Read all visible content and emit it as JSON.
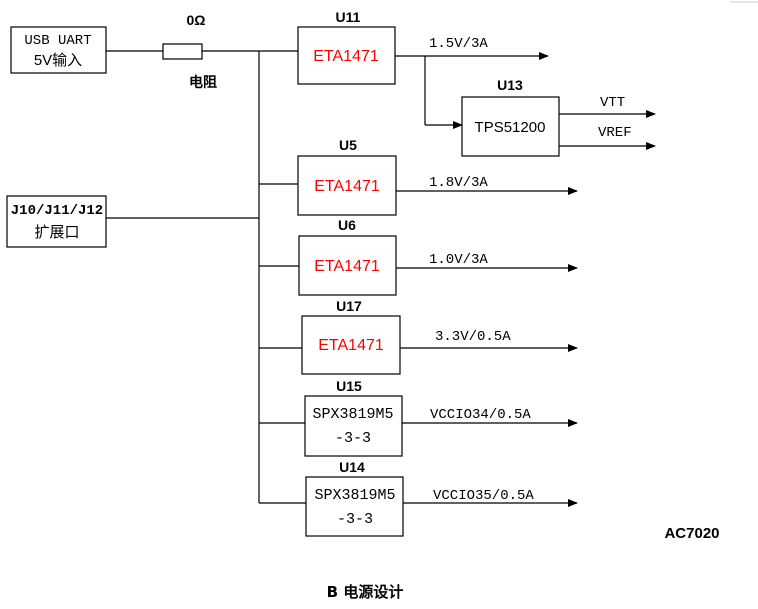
{
  "inputs": {
    "usb": {
      "line1": "USB UART",
      "line2": "5V输入"
    },
    "ext": {
      "line1": "J10/J11/J12",
      "line2": "扩展口"
    }
  },
  "resistor": {
    "value": "0Ω",
    "name": "电阻"
  },
  "regulators": [
    {
      "ref": "U11",
      "chip": "ETA1471",
      "output": "1.5V/3A"
    },
    {
      "ref": "U5",
      "chip": "ETA1471",
      "output": "1.8V/3A"
    },
    {
      "ref": "U6",
      "chip": "ETA1471",
      "output": "1.0V/3A"
    },
    {
      "ref": "U17",
      "chip": "ETA1471",
      "output": "3.3V/0.5A"
    },
    {
      "ref": "U15",
      "chip_line1": "SPX3819M5",
      "chip_line2": "-3-3",
      "output": "VCCIO34/0.5A"
    },
    {
      "ref": "U14",
      "chip_line1": "SPX3819M5",
      "chip_line2": "-3-3",
      "output": "VCCIO35/0.5A"
    }
  ],
  "ddr_term": {
    "ref": "U13",
    "chip": "TPS51200",
    "out1": "VTT",
    "out2": "VREF"
  },
  "model": "AC7020",
  "caption": "B 电源设计",
  "colors": {
    "highlight_chip_text": "#ff0000",
    "line": "#000000"
  }
}
